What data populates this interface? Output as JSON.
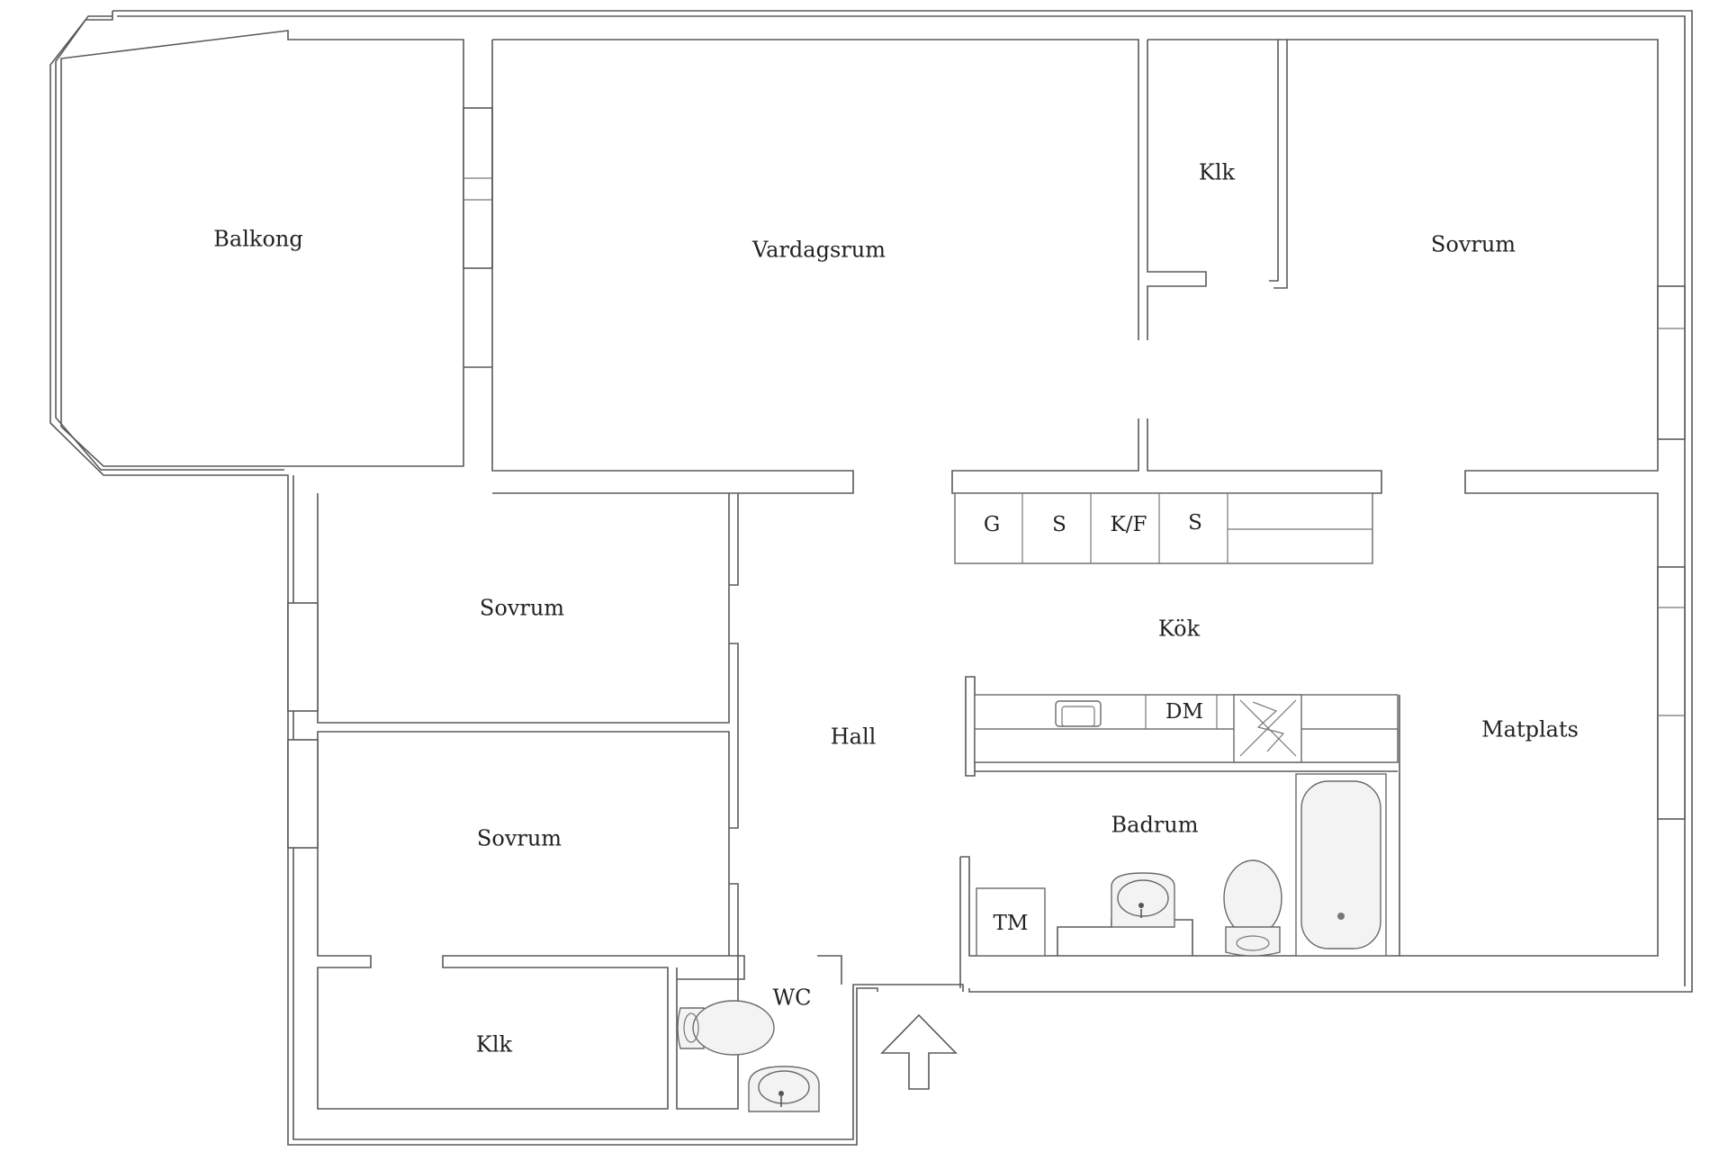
{
  "rooms": {
    "balkong": "Balkong",
    "vardagsrum": "Vardagsrum",
    "klk_top": "Klk",
    "sovrum_top_right": "Sovrum",
    "sovrum_left_upper": "Sovrum",
    "sovrum_left_lower": "Sovrum",
    "kok": "Kök",
    "hall": "Hall",
    "matplats": "Matplats",
    "badrum": "Badrum",
    "klk_bottom": "Klk",
    "wc": "WC"
  },
  "appliances": {
    "g": "G",
    "s1": "S",
    "kf": "K/F",
    "s2": "S",
    "dm": "DM",
    "tm": "TM"
  },
  "icons": {
    "entrance": "entrance-arrow-icon",
    "toilet": "toilet-icon",
    "sink": "sink-icon",
    "bathtub": "bathtub-icon",
    "stove": "stove-icon"
  }
}
